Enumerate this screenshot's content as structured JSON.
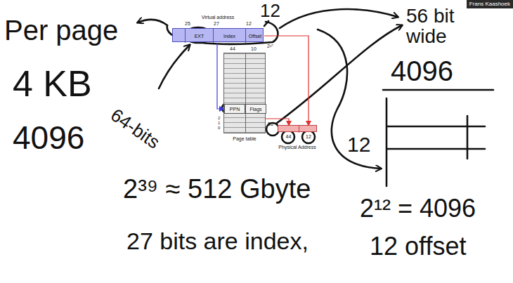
{
  "diagram": {
    "nodes": [
      {
        "text": [
          "Virtual address"
        ]
      },
      {
        "text": [
          "EXT"
        ],
        "in": 0
      },
      {
        "text": [
          "Index"
        ],
        "in": 0
      },
      {
        "text": [
          "Offset"
        ],
        "in": 0
      },
      {
        "text": [
          "Page table"
        ]
      },
      {
        "text": [
          "PPN"
        ],
        "in": 4
      },
      {
        "text": [
          "Flags"
        ],
        "in": 4
      },
      {
        "text": [
          "Physical Address"
        ]
      },
      {
        "text": [
          "44"
        ],
        "in": 7
      },
      {
        "text": [
          "12"
        ],
        "in": 7
      }
    ],
    "edges": [
      {
        "from": 2,
        "to": 5,
        "arrow": "to"
      },
      {
        "from": 5,
        "to": 8,
        "arrow": "to"
      },
      {
        "from": 3,
        "to": 9,
        "arrow": "to"
      }
    ],
    "labels": [
      "Per page",
      "4 KB",
      "4096",
      "64-bits",
      "12",
      "56 bit wide",
      "Frans Kaashoek",
      "25",
      "27",
      "12",
      "2²⁷",
      "44",
      "10",
      "2",
      "1",
      "0",
      "56",
      "4096",
      "12",
      "2³⁹ ≈ 512 Gbyte",
      "27 bits are index,",
      "2¹² = 4096",
      "12 offset"
    ]
  }
}
